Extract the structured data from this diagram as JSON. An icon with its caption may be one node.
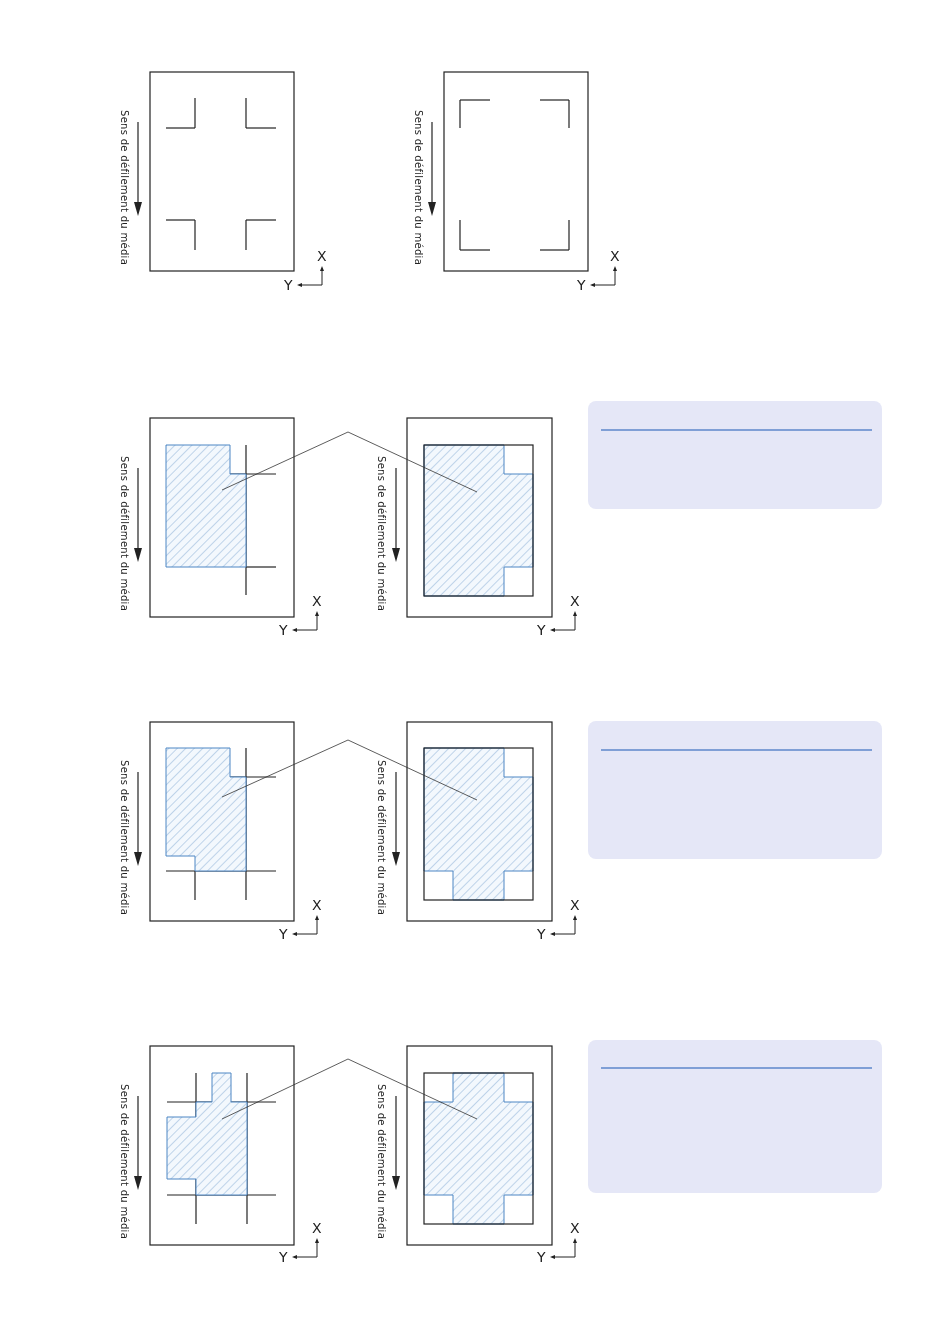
{
  "diagram": {
    "nodes": [
      {
        "text": [],
        "shape": "box"
      },
      {
        "text": [],
        "shape": "box"
      },
      {
        "text": [],
        "shape": "box"
      },
      {
        "text": [],
        "shape": "box"
      },
      {
        "text": [],
        "shape": "box"
      },
      {
        "text": [],
        "shape": "box"
      }
    ],
    "edges": [
      {
        "from": 0,
        "to": 1,
        "arrow": "none"
      },
      {
        "from": 2,
        "to": 3,
        "arrow": "none"
      },
      {
        "from": 4,
        "to": 5,
        "arrow": "none"
      }
    ],
    "labels": [
      "Sens de défilement du média",
      "X",
      "Y",
      "Sens de défilement du média",
      "X",
      "Y",
      "Sens de défilement du média",
      "X",
      "Y",
      "Sens de défilement du média",
      "X",
      "Y",
      "Sens de défilement du média",
      "X",
      "Y",
      "Sens de défilement du média",
      "X",
      "Y",
      "Sens de défilement du média",
      "X",
      "Y",
      "Sens de défilement du média",
      "X",
      "Y"
    ]
  }
}
